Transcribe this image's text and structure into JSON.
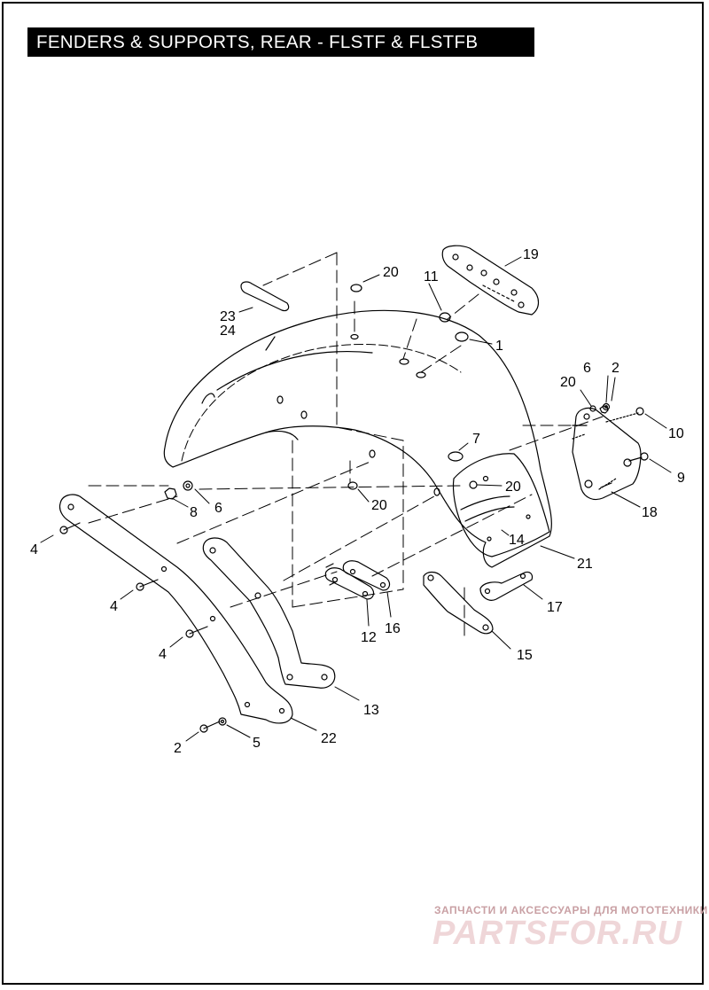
{
  "title": "FENDERS & SUPPORTS, REAR - FLSTF & FLSTFB",
  "callouts": {
    "c1": "1",
    "c2a": "2",
    "c2b": "2",
    "c4a": "4",
    "c4b": "4",
    "c4c": "4",
    "c5": "5",
    "c6a": "6",
    "c6b": "6",
    "c7": "7",
    "c8": "8",
    "c9": "9",
    "c10": "10",
    "c11": "11",
    "c12": "12",
    "c13": "13",
    "c14": "14",
    "c15": "15",
    "c16": "16",
    "c17": "17",
    "c18": "18",
    "c19": "19",
    "c20a": "20",
    "c20b": "20",
    "c20c": "20",
    "c20d": "20",
    "c21": "21",
    "c22": "22",
    "c23": "23",
    "c24": "24"
  },
  "watermark": {
    "tagline": "ЗАПЧАСТИ И АКСЕССУАРЫ ДЛЯ МОТОТЕХНИКИ",
    "logo": "PARTSFOR.RU"
  },
  "colors": {
    "line": "#000000",
    "background": "#ffffff",
    "title_bg": "#000000",
    "title_fg": "#ffffff",
    "watermark": "#c9a0a4"
  }
}
